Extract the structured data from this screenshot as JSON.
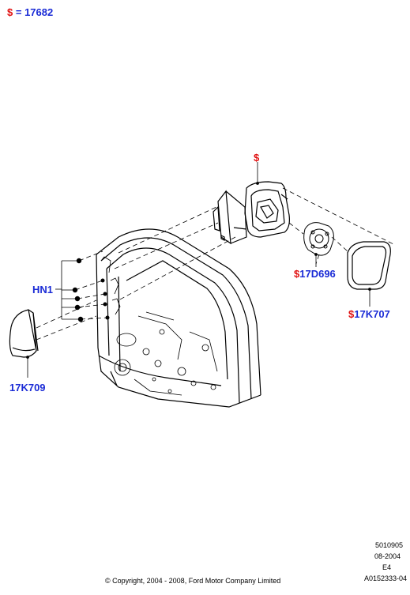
{
  "header": {
    "symbol": "$",
    "equals": "=",
    "part_number": "17682"
  },
  "callouts": {
    "mirror_assembly": {
      "symbol": "$"
    },
    "glass_backing": {
      "symbol": "$",
      "part": "17D696"
    },
    "mirror_glass": {
      "symbol": "$",
      "part": "17K707"
    },
    "cover": {
      "part": "17K709"
    },
    "fasteners": {
      "part": "HN1"
    }
  },
  "footer": {
    "code1": "5010905",
    "date": "08-2004",
    "code2": "E4",
    "illustration_id": "A0152333-04",
    "copyright": "© Copyright, 2004 - 2008, Ford Motor Company Limited"
  },
  "colors": {
    "part_number": "#1a2bd6",
    "dollar": "#e01010",
    "line": "#000000"
  }
}
